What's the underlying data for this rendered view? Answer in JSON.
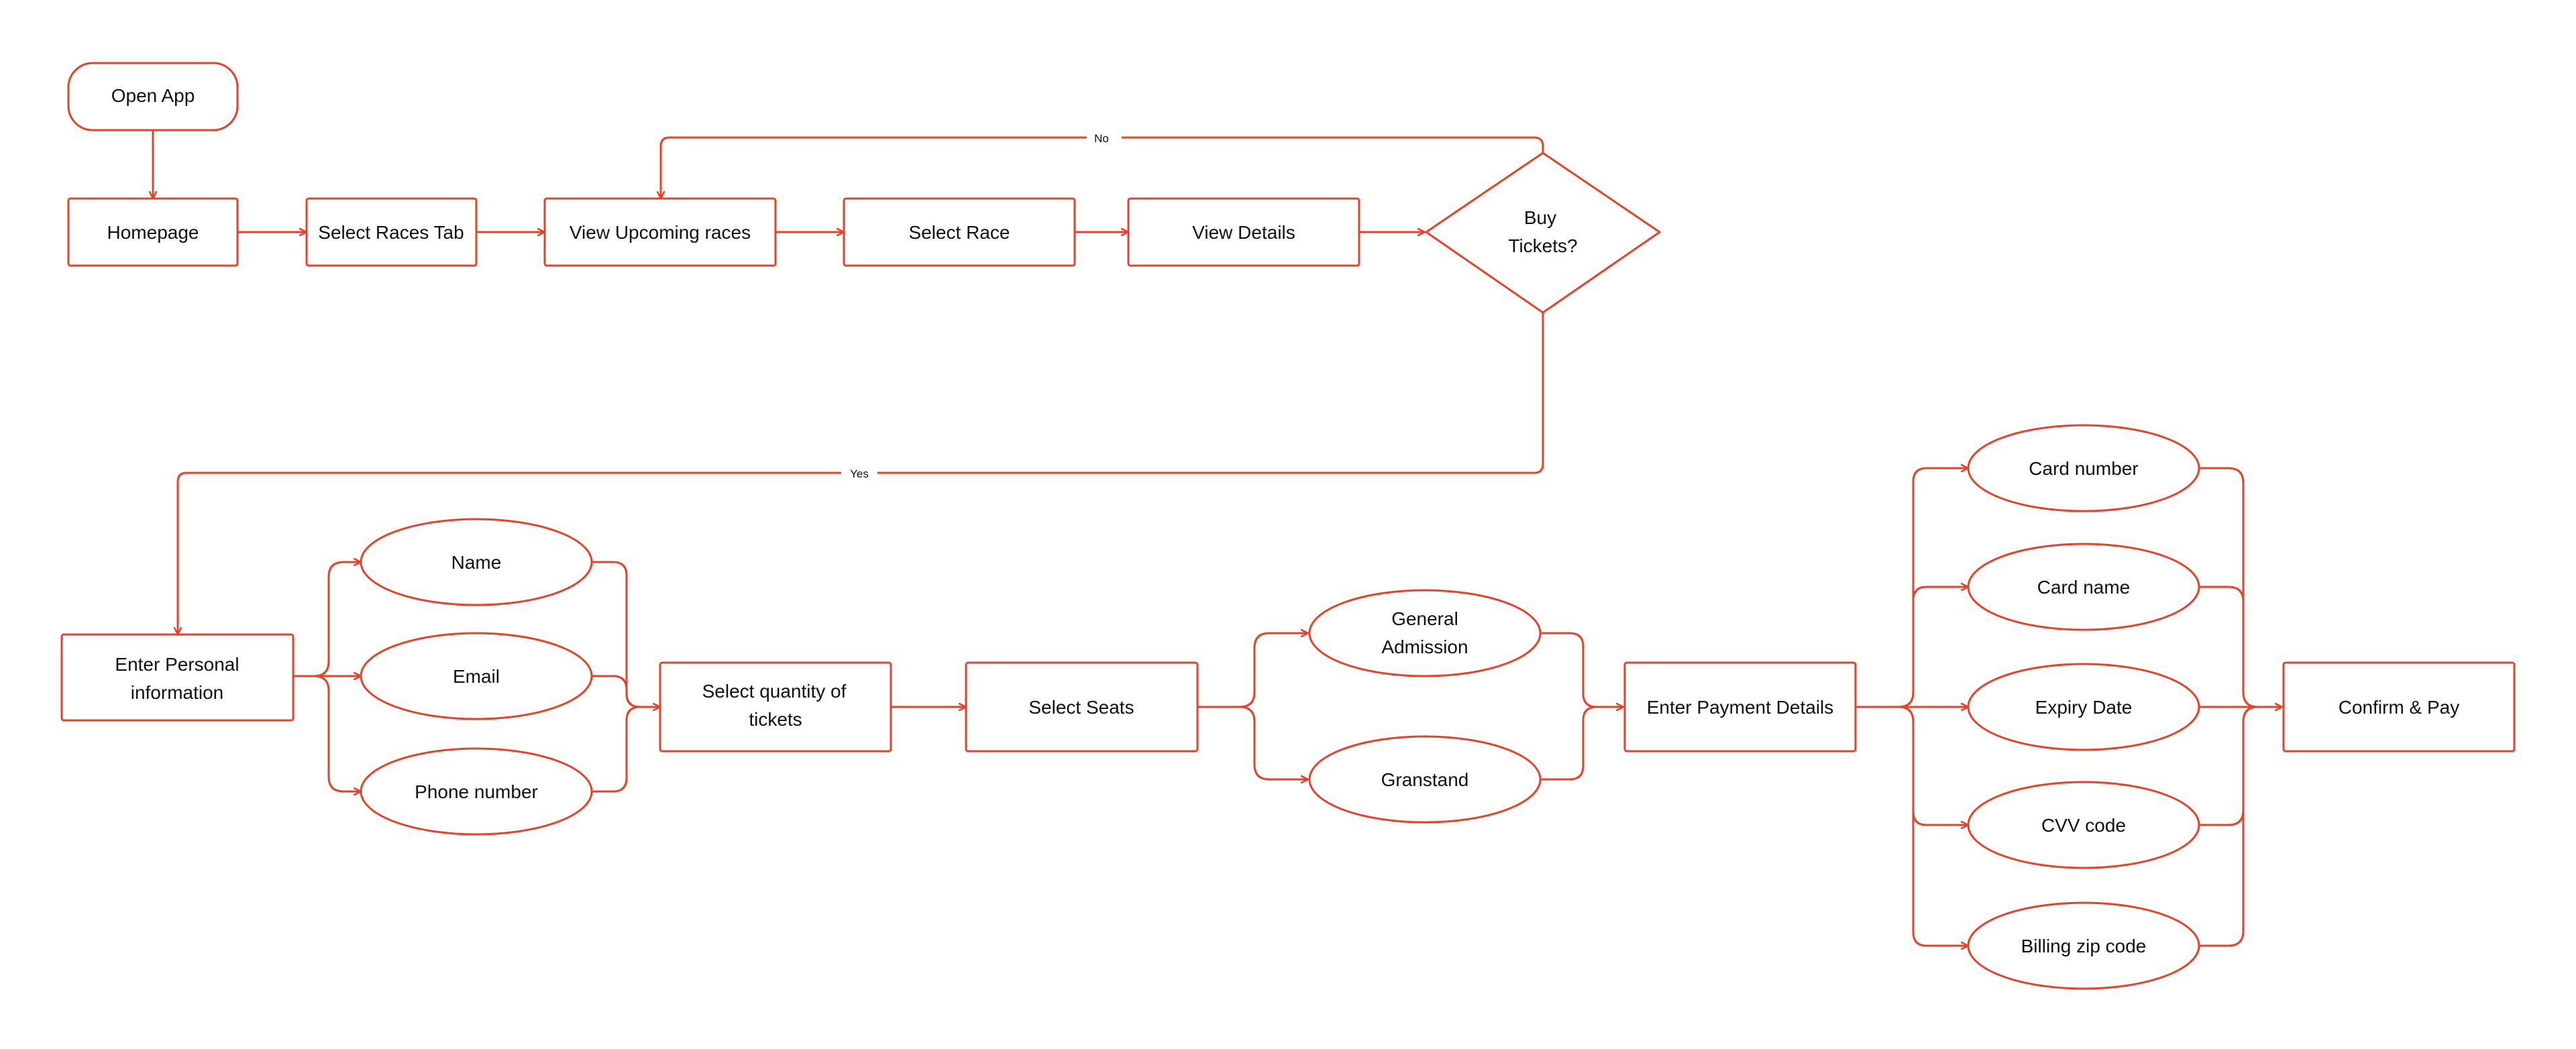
{
  "theme": {
    "stroke": "#E8412A",
    "text": "#111111",
    "background": "#FFFFFF"
  },
  "nodes": {
    "open_app": "Open App",
    "homepage": "Homepage",
    "select_races_tab": "Select Races Tab",
    "view_upcoming_races": "View Upcoming races",
    "select_race": "Select Race",
    "view_details": "View Details",
    "buy_tickets": [
      "Buy",
      "Tickets?"
    ],
    "enter_personal_info": [
      "Enter Personal",
      "information"
    ],
    "name": "Name",
    "email": "Email",
    "phone_number": "Phone number",
    "select_quantity": [
      "Select quantity of",
      "tickets"
    ],
    "select_seats": "Select Seats",
    "general_admission": [
      "General",
      "Admission"
    ],
    "granstand": "Granstand",
    "enter_payment": "Enter Payment Details",
    "card_number": "Card number",
    "card_name": "Card name",
    "expiry_date": "Expiry Date",
    "cvv_code": "CVV code",
    "billing_zip": "Billing zip code",
    "confirm_pay": "Confirm & Pay"
  },
  "edge_labels": {
    "no": "No",
    "yes": "Yes"
  }
}
